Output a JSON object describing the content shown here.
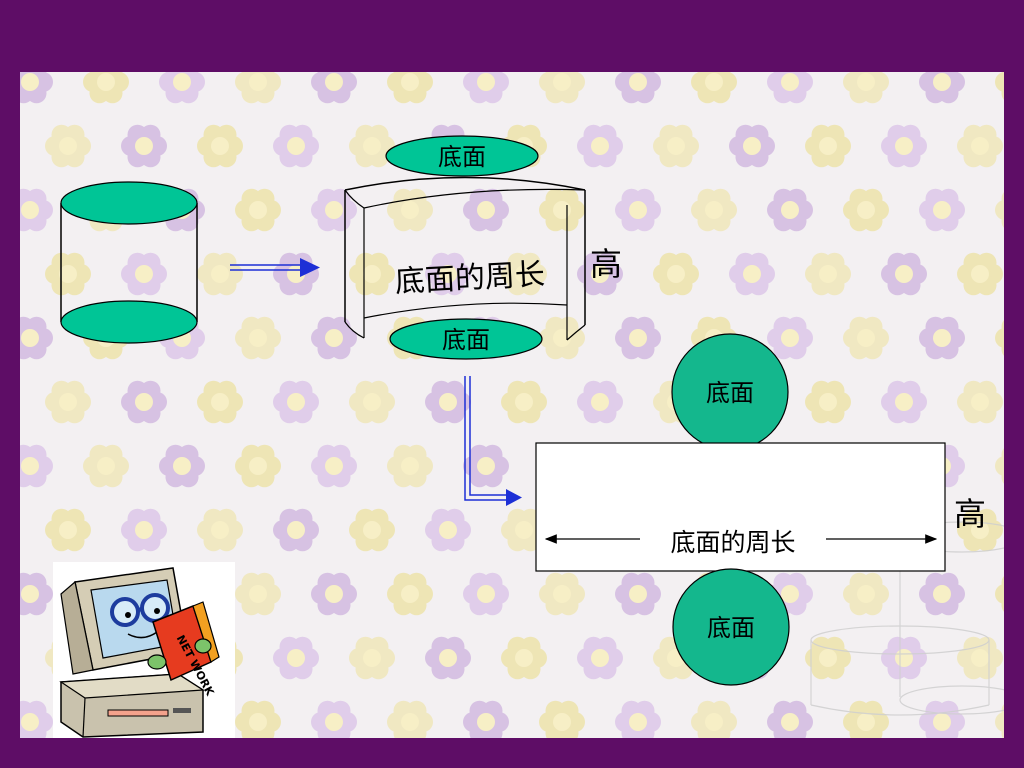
{
  "colors": {
    "frame": "#5e0d66",
    "ellipse_fill": "#00c596",
    "circle_fill": "#14b78d",
    "arrow": "#1d2fd6"
  },
  "labels": {
    "top_base": "底面",
    "bottom_base": "底面",
    "lateral_perimeter": "底面的周长",
    "height_1": "高",
    "circle_top": "底面",
    "circle_bottom": "底面",
    "rect_perimeter": "底面的周长",
    "height_2": "高"
  },
  "mascot": {
    "book_text": "NET WORK"
  },
  "icons": [
    "computer-mascot-icon",
    "arrow-right-icon",
    "arrow-down-right-icon"
  ]
}
